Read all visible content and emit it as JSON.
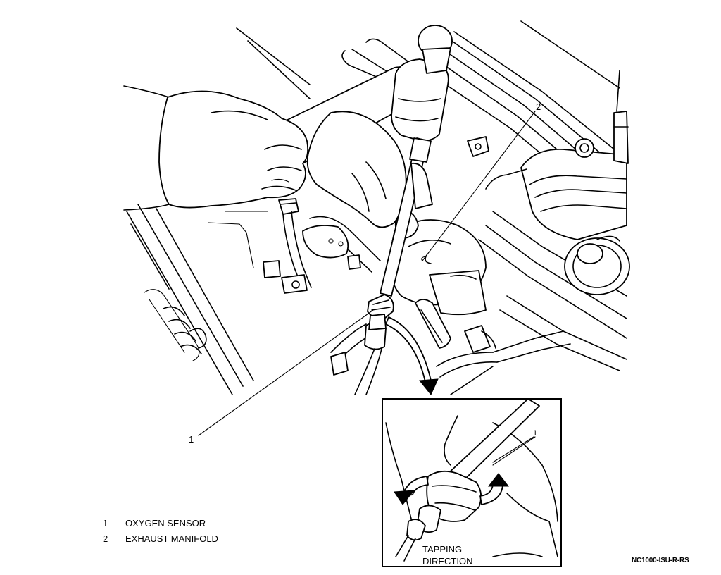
{
  "callouts": {
    "sensor_number": "1",
    "manifold_number": "2",
    "inset_sensor_number": "1"
  },
  "legend": {
    "items": [
      {
        "number": "1",
        "label": "OXYGEN SENSOR"
      },
      {
        "number": "2",
        "label": "EXHAUST MANIFOLD"
      }
    ]
  },
  "inset": {
    "caption_line1": "TAPPING",
    "caption_line2": "DIRECTION"
  },
  "figure_code": "NC1000-ISU-R-RS"
}
